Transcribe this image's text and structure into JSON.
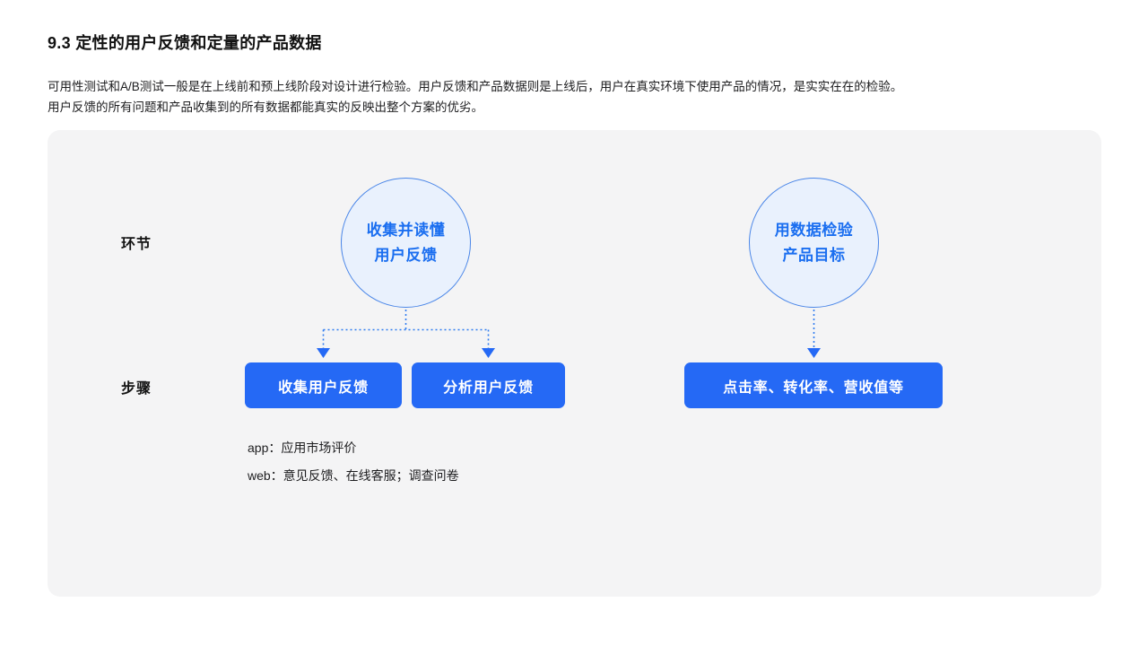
{
  "heading": "9.3 定性的用户反馈和定量的产品数据",
  "intro": {
    "line1": "可用性测试和A/B测试一般是在上线前和预上线阶段对设计进行检验。用户反馈和产品数据则是上线后，用户在真实环境下使用产品的情况，是实实在在的检验。",
    "line2": "用户反馈的所有问题和产品收集到的所有数据都能真实的反映出整个方案的优劣。"
  },
  "diagram": {
    "row_labels": {
      "stage": "环节",
      "steps": "步骤"
    },
    "circles": [
      {
        "line1": "收集并读懂",
        "line2": "用户反馈"
      },
      {
        "line1": "用数据检验",
        "line2": "产品目标"
      }
    ],
    "steps": [
      {
        "label": "收集用户反馈"
      },
      {
        "label": "分析用户反馈"
      },
      {
        "label": "点击率、转化率、营收值等"
      }
    ],
    "notes": [
      "app：应用市场评价",
      "web：意见反馈、在线客服；调查问卷"
    ],
    "colors": {
      "card_bg": "#f4f4f5",
      "box_blue": "#2569f5",
      "circle_fill": "#e9f1fd",
      "circle_border": "#4a86e8",
      "circle_text": "#1a6ef0",
      "connector": "#2f7bf0"
    }
  }
}
